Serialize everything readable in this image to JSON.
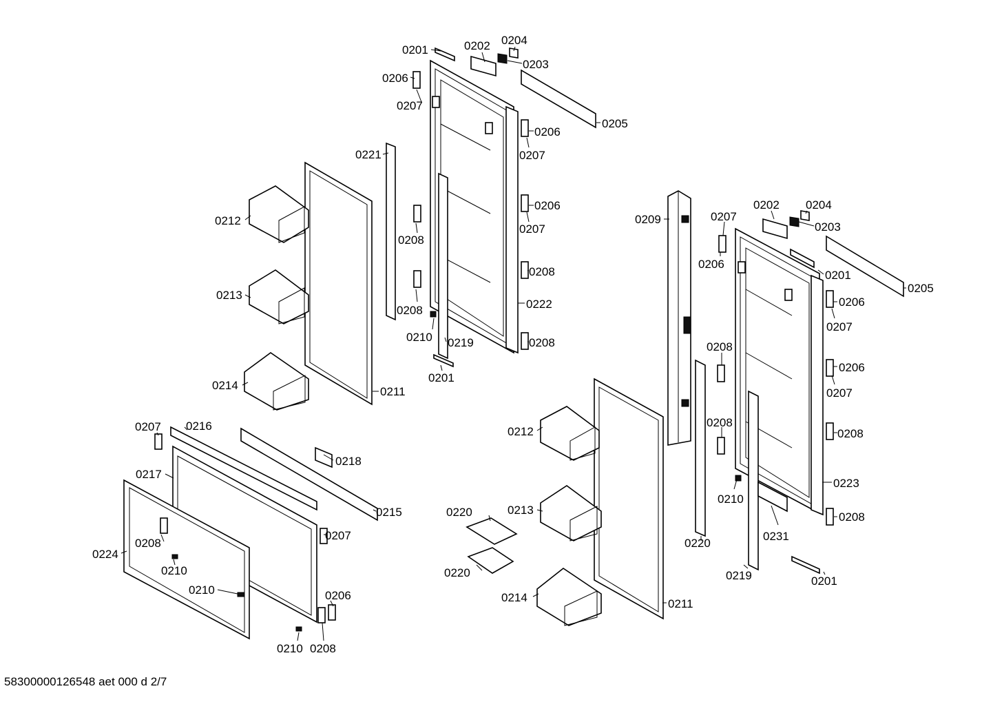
{
  "footer": {
    "document_code": "58300000126548 aet 000 d 2/7"
  },
  "callouts": {
    "c01": "0201",
    "c02": "0202",
    "c03": "0204",
    "c04": "0203",
    "c05": "0206",
    "c06": "0207",
    "c07": "0205",
    "c08": "0206",
    "c09": "0207",
    "c10": "0221",
    "c11": "0206",
    "c12": "0207",
    "c13": "0212",
    "c14": "0208",
    "c15": "0208",
    "c16": "0213",
    "c17": "0222",
    "c18": "0208",
    "c19": "0210",
    "c20": "0219",
    "c21": "0208",
    "c22": "0201",
    "c23": "0214",
    "c24": "0211",
    "c25": "0207",
    "c26": "0216",
    "c27": "0218",
    "c28": "0217",
    "c29": "0215",
    "c30": "0208",
    "c31": "0207",
    "c32": "0224",
    "c33": "0210",
    "c34": "0210",
    "c35": "0206",
    "c36": "0210",
    "c37": "0208",
    "c38": "0209",
    "c39": "0202",
    "c40": "0204",
    "c41": "0207",
    "c42": "0203",
    "c43": "0206",
    "c44": "0201",
    "c45": "0205",
    "c46": "0206",
    "c47": "0207",
    "c48": "0208",
    "c49": "0206",
    "c50": "0207",
    "c51": "0212",
    "c52": "0208",
    "c53": "0208",
    "c54": "0220",
    "c55": "0213",
    "c56": "0210",
    "c57": "0223",
    "c58": "0208",
    "c59": "0220",
    "c60": "0231",
    "c61": "0219",
    "c62": "0220",
    "c63": "0201",
    "c64": "0214",
    "c65": "0211"
  }
}
